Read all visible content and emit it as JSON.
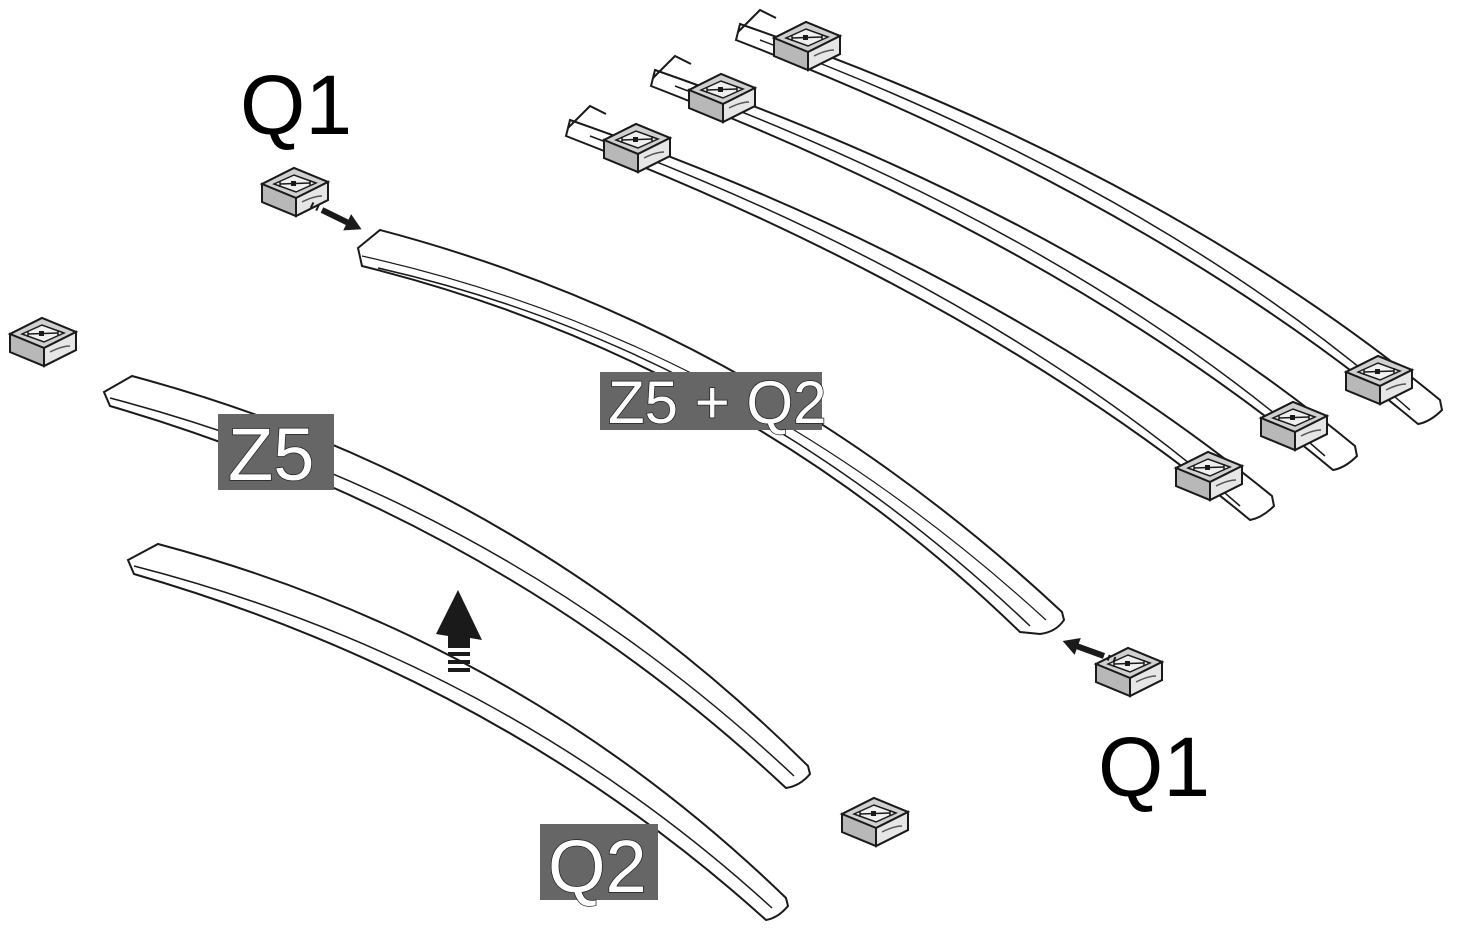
{
  "colors": {
    "background": "#ffffff",
    "line": "#1a1a1a",
    "slat_fill": "#ffffff",
    "cap_top": "#cfcfcf",
    "cap_side": "#9a9a9a",
    "cap_face": "#e2e2e2",
    "label_box": "#666666",
    "label_text": "#ffffff"
  },
  "labels": {
    "q1_top": "Q1",
    "q1_bottom": "Q1",
    "z5_plus_q2": "Z5 + Q2",
    "z5": "Z5",
    "q2": "Q2"
  },
  "icons": {
    "cap": "end-cap-icon",
    "arrow": "insert-arrow-icon",
    "up_arrow": "up-arrow-icon"
  }
}
